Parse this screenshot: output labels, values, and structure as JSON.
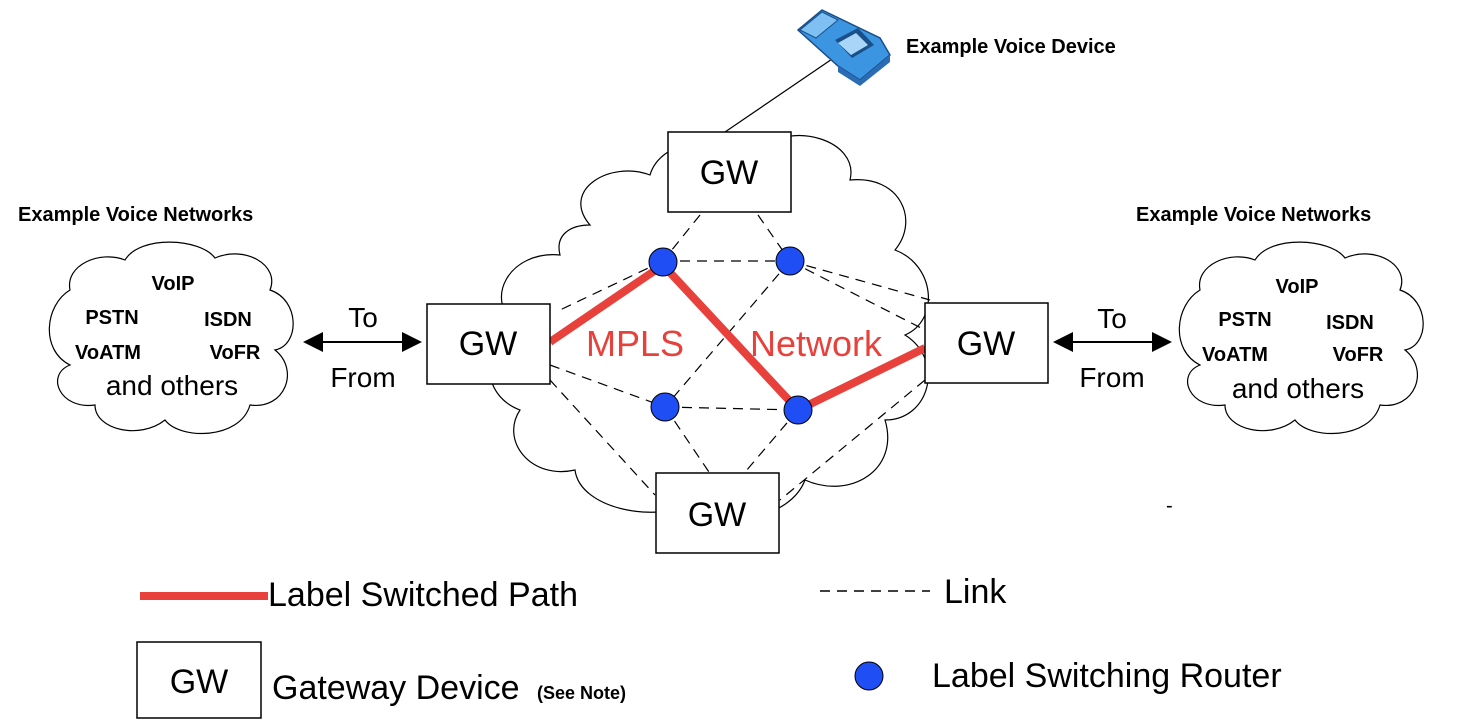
{
  "voice_device": {
    "label": "Example Voice Device",
    "icon": "phone-icon"
  },
  "left_networks": {
    "title": "Example Voice Networks",
    "items": [
      "VoIP",
      "PSTN",
      "ISDN",
      "VoATM",
      "VoFR"
    ],
    "more": "and others"
  },
  "right_networks": {
    "title": "Example Voice Networks",
    "items": [
      "VoIP",
      "PSTN",
      "ISDN",
      "VoATM",
      "VoFR"
    ],
    "more": "and others"
  },
  "left_arrow": {
    "to": "To",
    "from": "From"
  },
  "right_arrow": {
    "to": "To",
    "from": "From"
  },
  "gateways": {
    "top": "GW",
    "left": "GW",
    "right": "GW",
    "bottom": "GW"
  },
  "mpls_label": {
    "word1": "MPLS",
    "word2": "Network"
  },
  "legend": {
    "lsp_label": "Label Switched Path",
    "link_label": "Link",
    "gw_box": "GW",
    "gw_label": "Gateway Device",
    "gw_note": "(See Note)",
    "lsr_label": "Label Switching Router"
  },
  "stray_mark": "-",
  "colors": {
    "lsp": "#e8413c",
    "router": "#1f4ef5",
    "mpls_text": "#e8413c",
    "phone": "#3b95e0"
  }
}
